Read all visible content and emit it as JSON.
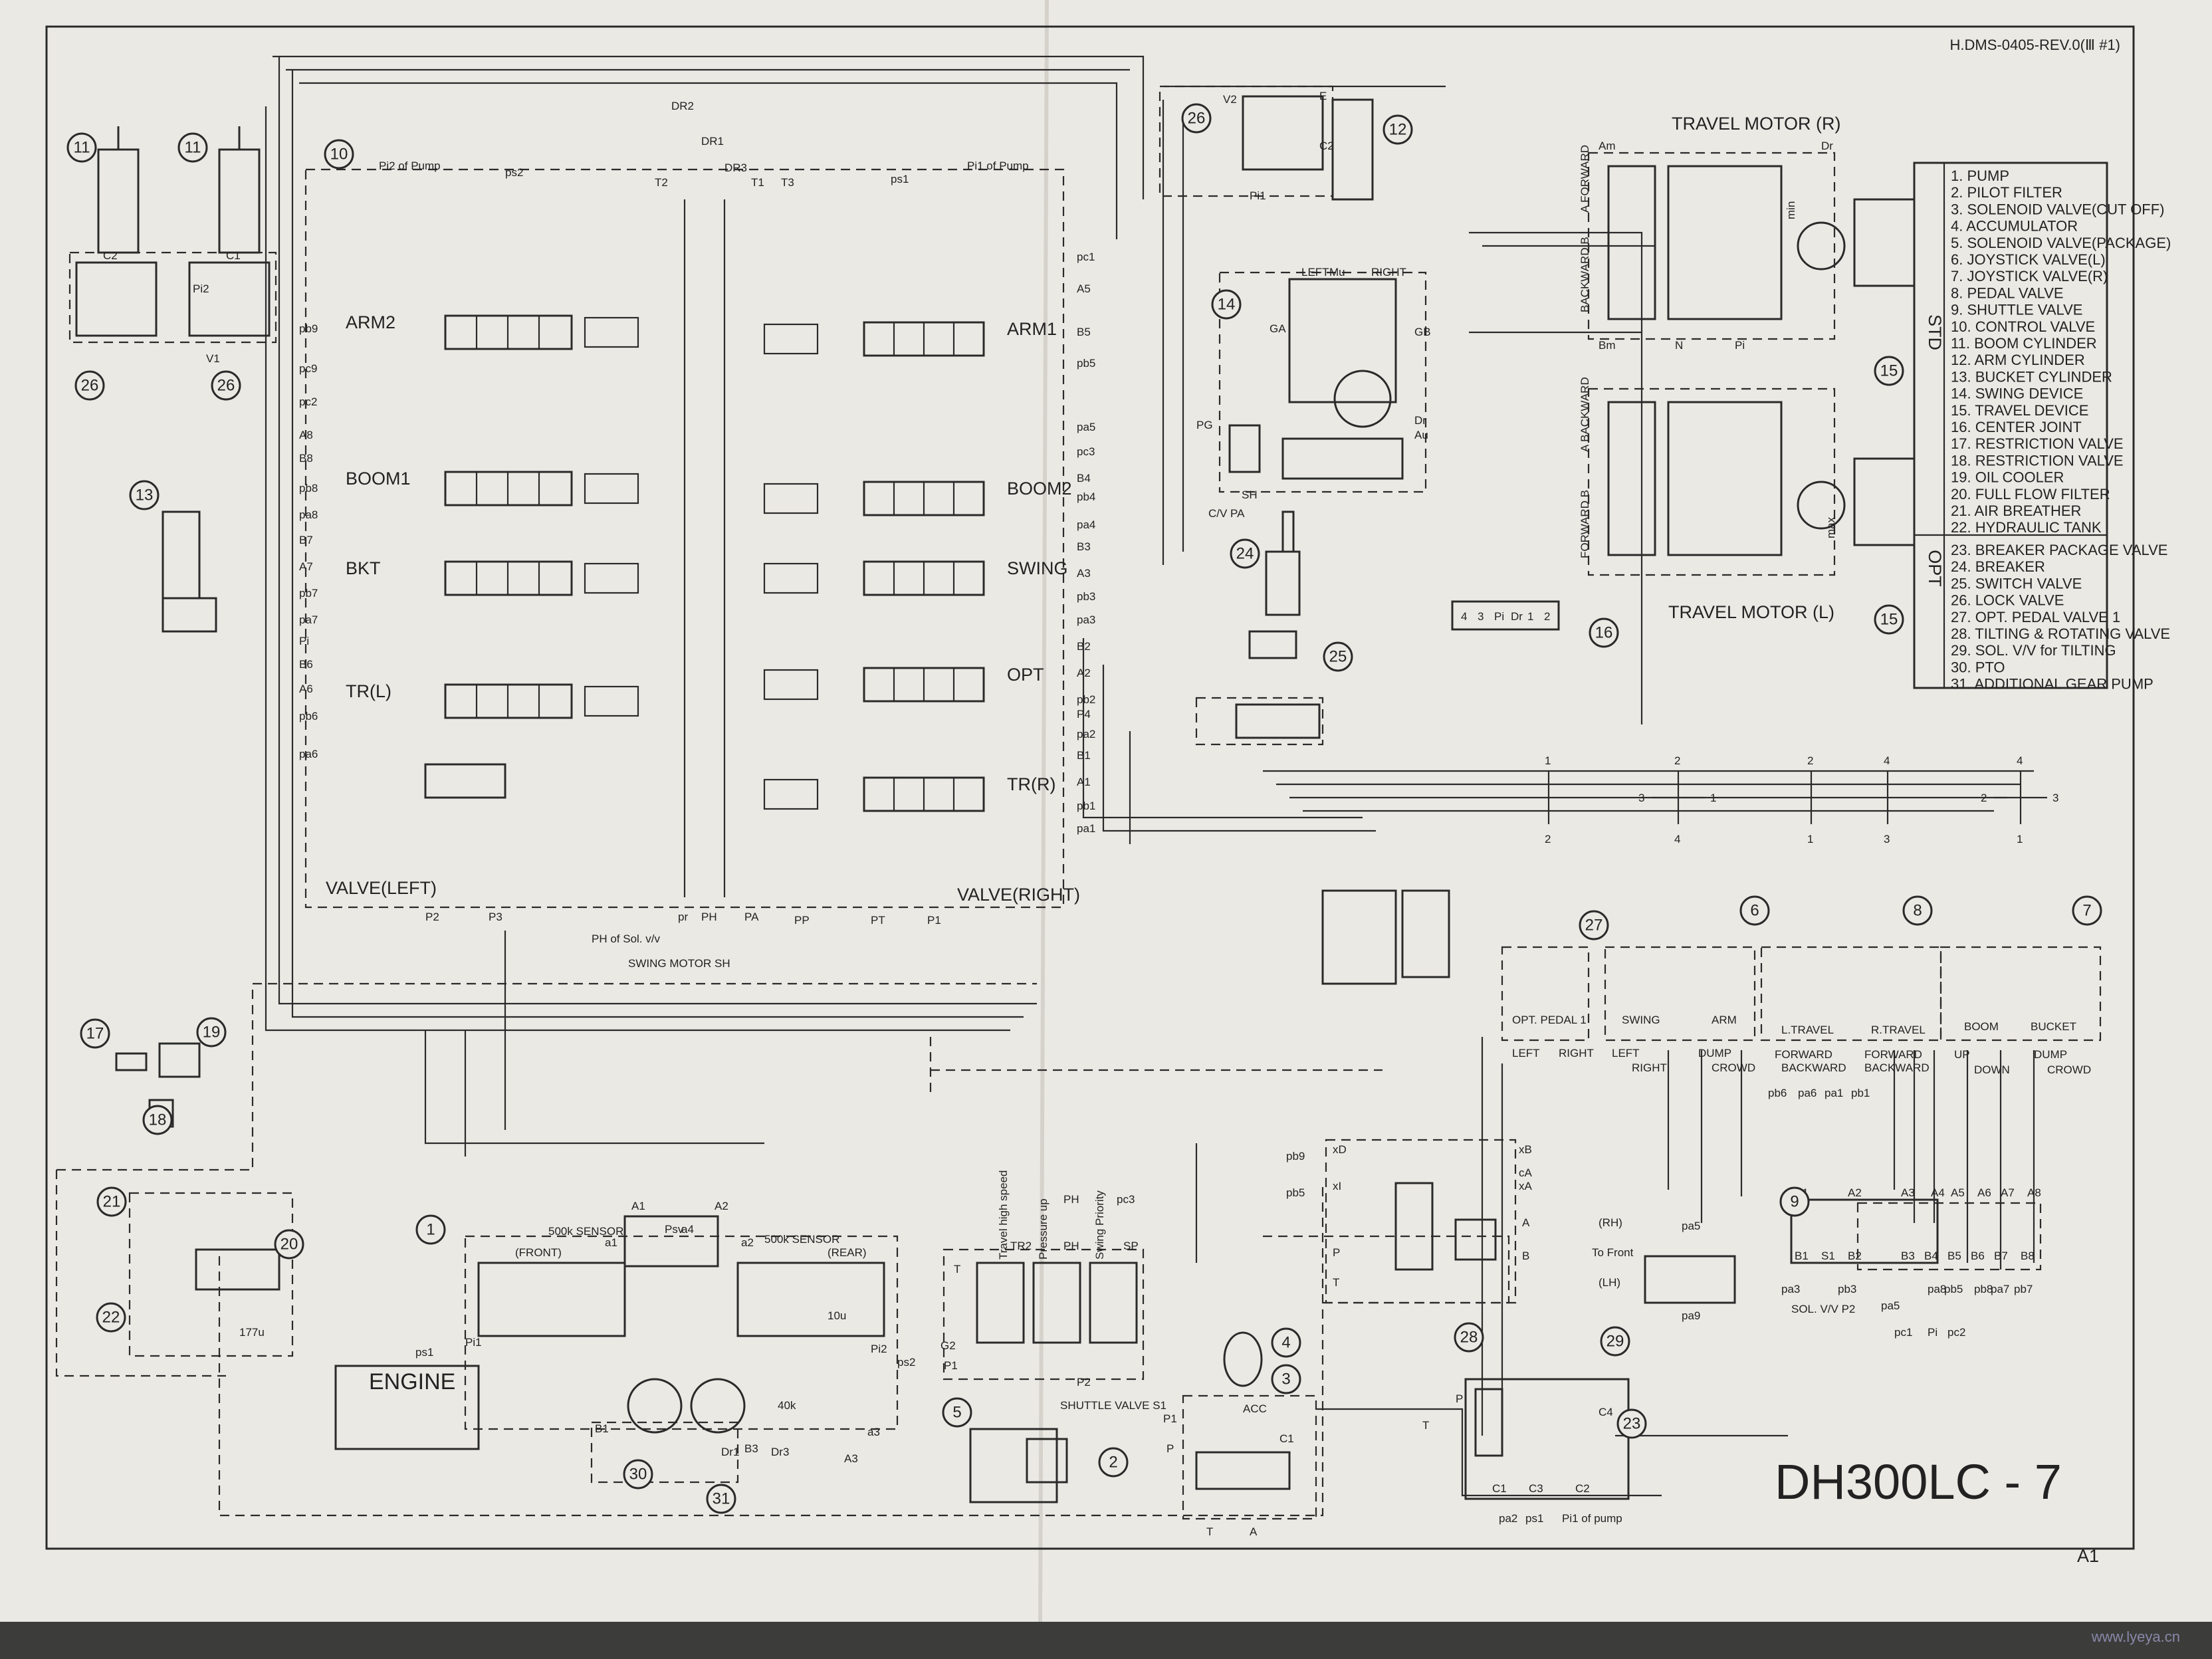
{
  "doc_code": "H.DMS-0405-REV.0(Ⅲ #1)",
  "model": "DH300LC - 7",
  "sheet": "A1",
  "watermark": "www.lyeya.cn",
  "colors": {
    "paper": "#ebe9e4",
    "ink": "#2a2a2a",
    "background": "#4a4a48"
  },
  "legend": [
    {
      "group": "STD",
      "items": [
        "1. PUMP",
        "2. PILOT FILTER",
        "3. SOLENOID VALVE(CUT OFF)",
        "4. ACCUMULATOR",
        "5. SOLENOID VALVE(PACKAGE)",
        "6. JOYSTICK VALVE(L)",
        "7. JOYSTICK VALVE(R)",
        "8. PEDAL VALVE",
        "9. SHUTTLE VALVE",
        "10. CONTROL VALVE",
        "11. BOOM CYLINDER",
        "12. ARM CYLINDER",
        "13. BUCKET CYLINDER",
        "14. SWING DEVICE",
        "15. TRAVEL DEVICE",
        "16. CENTER JOINT",
        "17. RESTRICTION VALVE",
        "18. RESTRICTION VALVE",
        "19. OIL COOLER",
        "20. FULL FLOW FILTER",
        "21. AIR BREATHER",
        "22. HYDRAULIC TANK"
      ]
    },
    {
      "group": "OPT",
      "items": [
        "23. BREAKER PACKAGE VALVE",
        "24. BREAKER",
        "25. SWITCH VALVE",
        "26. LOCK VALVE",
        "27. OPT. PEDAL VALVE 1",
        "28. TILTING & ROTATING VALVE",
        "29. SOL. V/V for TILTING",
        "30. PTO",
        "31. ADDITIONAL GEAR PUMP"
      ]
    }
  ],
  "titles": {
    "travel_motor_r": "TRAVEL MOTOR (R)",
    "travel_motor_l": "TRAVEL MOTOR (L)",
    "valve_left": "VALVE(LEFT)",
    "valve_right": "VALVE(RIGHT)",
    "engine": "ENGINE",
    "shuttle_valve": "SHUTTLE VALVE S1",
    "sol_vv_p2": "SOL. V/V P2",
    "swing_motor_sh": "SWING MOTOR SH",
    "ph_sol": "PH of Sol. v/v",
    "pi2_pump": "Pi2 of Pump",
    "pi1_pump": "Pi1 of Pump",
    "pi1_pump_low": "Pi1 of pump",
    "to_front": "To Front",
    "front": "(FRONT)",
    "rear": "(REAR)",
    "sensor1": "500k SENSOR",
    "sensor2": "500k SENSOR"
  },
  "spools_left": [
    "ARM2",
    "BOOM1",
    "BKT",
    "TR(L)"
  ],
  "spools_right": [
    "ARM1",
    "BOOM2",
    "SWING",
    "OPT",
    "TR(R)"
  ],
  "left_ports": [
    "pb9",
    "pc9",
    "pc2",
    "A8",
    "B8",
    "pb8",
    "pa8",
    "B7",
    "A7",
    "pb7",
    "pa7",
    "Pi",
    "B6",
    "A6",
    "pb6",
    "pa6"
  ],
  "right_ports": [
    "pc1",
    "A5",
    "B5",
    "pb5",
    "pa5",
    "pc3",
    "B4",
    "pb4",
    "pa4",
    "B3",
    "A3",
    "pb3",
    "pa3",
    "B2",
    "A2",
    "pb2",
    "P4",
    "pa2",
    "B1",
    "A1",
    "pb1",
    "pa1"
  ],
  "top_ports": [
    "DR2",
    "DR1",
    "DR3",
    "T2",
    "T1",
    "T3",
    "ps2",
    "ps1"
  ],
  "bottom_ports": [
    "P2",
    "P3",
    "P1",
    "pr",
    "PH",
    "PA",
    "PP",
    "PT"
  ],
  "shuttle_ports": [
    "Travel high speed",
    "Pressure up",
    "PH",
    "Swing Priority",
    "pc3",
    "T",
    "TR2",
    "PH",
    "SP",
    "P1",
    "P2",
    "G2"
  ],
  "swing_labels": [
    "LEFT",
    "RIGHT",
    "Mu",
    "GA",
    "GB",
    "PG",
    "SH",
    "C/V PA",
    "Dr",
    "Au"
  ],
  "joystick_labels": {
    "opt": [
      "OPT. PEDAL 1",
      "LEFT",
      "RIGHT"
    ],
    "left": [
      "SWING",
      "ARM",
      "LEFT",
      "RIGHT",
      "DUMP",
      "CROWD"
    ],
    "pedal": [
      "L.TRAVEL",
      "R.TRAVEL",
      "FORWARD",
      "BACKWARD",
      "FORWARD",
      "BACKWARD"
    ],
    "right": [
      "BOOM",
      "BUCKET",
      "UP",
      "DOWN",
      "DUMP",
      "CROWD"
    ]
  },
  "joystick_ports": [
    "pb6",
    "pa6",
    "pa1",
    "pb1"
  ],
  "shuttle9_ports": [
    "A1",
    "A2",
    "A3",
    "A4",
    "A5",
    "A6",
    "A7",
    "A8",
    "B1",
    "S1",
    "B2",
    "B3",
    "B4",
    "B5",
    "B6",
    "B7",
    "B8"
  ],
  "shuttle9_bottom": [
    "pa3",
    "pb3",
    "pa5",
    "pc1",
    "Pi",
    "pc2",
    "pb5",
    "pa8",
    "pb8",
    "pa7",
    "pb7"
  ],
  "tilt_ports": [
    "pb9",
    "pb5",
    "xD",
    "xI",
    "xB",
    "cA",
    "xA",
    "P",
    "T",
    "A",
    "B",
    "(RH)",
    "(LH)",
    "pa5",
    "pa9"
  ],
  "center_joint": [
    "4",
    "3",
    "Pi",
    "Dr",
    "1",
    "2"
  ],
  "motor_labels": [
    "Am",
    "Bm",
    "Dr",
    "Pi",
    "N",
    "A FORWARD",
    "BACKWARD B",
    "A BACKWARD",
    "FORWARD B",
    "max",
    "min"
  ],
  "pump_labels": [
    "A1",
    "A2",
    "Psv",
    "a4",
    "a1",
    "a2",
    "ps1",
    "Pi1",
    "Pi2",
    "ps2",
    "B1",
    "Dr1",
    "Dr3",
    "B3",
    "A3",
    "a3",
    "40k",
    "10u",
    "177u"
  ],
  "breaker_labels": [
    "C4",
    "C1",
    "C3",
    "C2",
    "pa2",
    "ps1",
    "P",
    "T"
  ],
  "accum_labels": [
    "ACC",
    "C1",
    "P1",
    "P",
    "T",
    "A"
  ],
  "cyl_labels": [
    "E",
    "C2",
    "C1",
    "Pi1",
    "V2",
    "Pi2",
    "V1"
  ],
  "directions": [
    "1",
    "2",
    "3",
    "4"
  ],
  "components": [
    "1",
    "2",
    "3",
    "4",
    "5",
    "6",
    "7",
    "8",
    "9",
    "10",
    "11",
    "12",
    "13",
    "14",
    "15",
    "16",
    "17",
    "18",
    "19",
    "20",
    "21",
    "22",
    "23",
    "24",
    "25",
    "26",
    "27",
    "28",
    "29",
    "30",
    "31"
  ]
}
